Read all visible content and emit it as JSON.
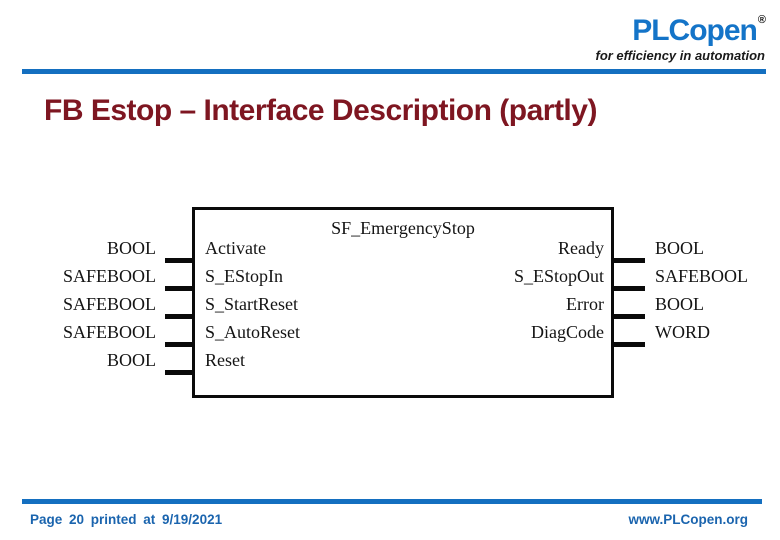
{
  "logo": {
    "brand": "PLCopen",
    "registered_mark": "®",
    "tagline": "for efficiency in automation"
  },
  "title": "FB Estop – Interface Description (partly)",
  "diagram": {
    "block_name": "SF_EmergencyStop",
    "inputs": [
      {
        "type": "BOOL",
        "name": "Activate"
      },
      {
        "type": "SAFEBOOL",
        "name": "S_EStopIn"
      },
      {
        "type": "SAFEBOOL",
        "name": "S_StartReset"
      },
      {
        "type": "SAFEBOOL",
        "name": "S_AutoReset"
      },
      {
        "type": "BOOL",
        "name": "Reset"
      }
    ],
    "outputs": [
      {
        "name": "Ready",
        "type": "BOOL"
      },
      {
        "name": "S_EStopOut",
        "type": "SAFEBOOL"
      },
      {
        "name": "Error",
        "type": "BOOL"
      },
      {
        "name": "DiagCode",
        "type": "WORD"
      }
    ]
  },
  "footer": {
    "page_info": "Page 20 printed at 9/19/2021",
    "website": "www.PLCopen.org"
  },
  "colors": {
    "brand_blue": "#1474C8",
    "divider_blue": "#146FC0",
    "footer_blue": "#1A64AE",
    "title_maroon": "#7E1621",
    "diagram_ink": "#141414"
  }
}
